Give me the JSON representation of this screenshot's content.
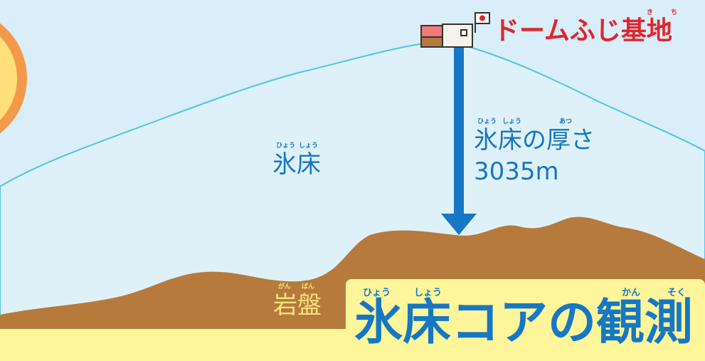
{
  "station": {
    "name": "ドームふじ基地",
    "ruby": [
      "き",
      "ち"
    ]
  },
  "ice_label": {
    "text": "氷床",
    "ruby": [
      "ひょう",
      "しょう"
    ]
  },
  "thickness": {
    "line1": "氷床の厚さ",
    "line2": "3035m",
    "ruby": [
      "ひょう",
      "しょう",
      "あつ"
    ]
  },
  "bedrock_label": {
    "text": "岩盤",
    "ruby": [
      "がん",
      "ばん"
    ]
  },
  "title": {
    "text": "氷床コアの観測",
    "ruby": [
      "ひょう",
      "しょう",
      "かん",
      "そく"
    ]
  },
  "colors": {
    "sky": "#d9eef8",
    "ice": "#dff1f8",
    "ice_outline": "#4fc3e8",
    "bedrock": "#b67a3c",
    "arrow": "#1677c4",
    "station_red": "#e0252f",
    "title_text": "#1677c4",
    "title_bg": "#fff59a",
    "bedrock_text": "#f7e07a",
    "sun_outer": "#f39a4a",
    "sun_inner": "#ffe07a"
  }
}
